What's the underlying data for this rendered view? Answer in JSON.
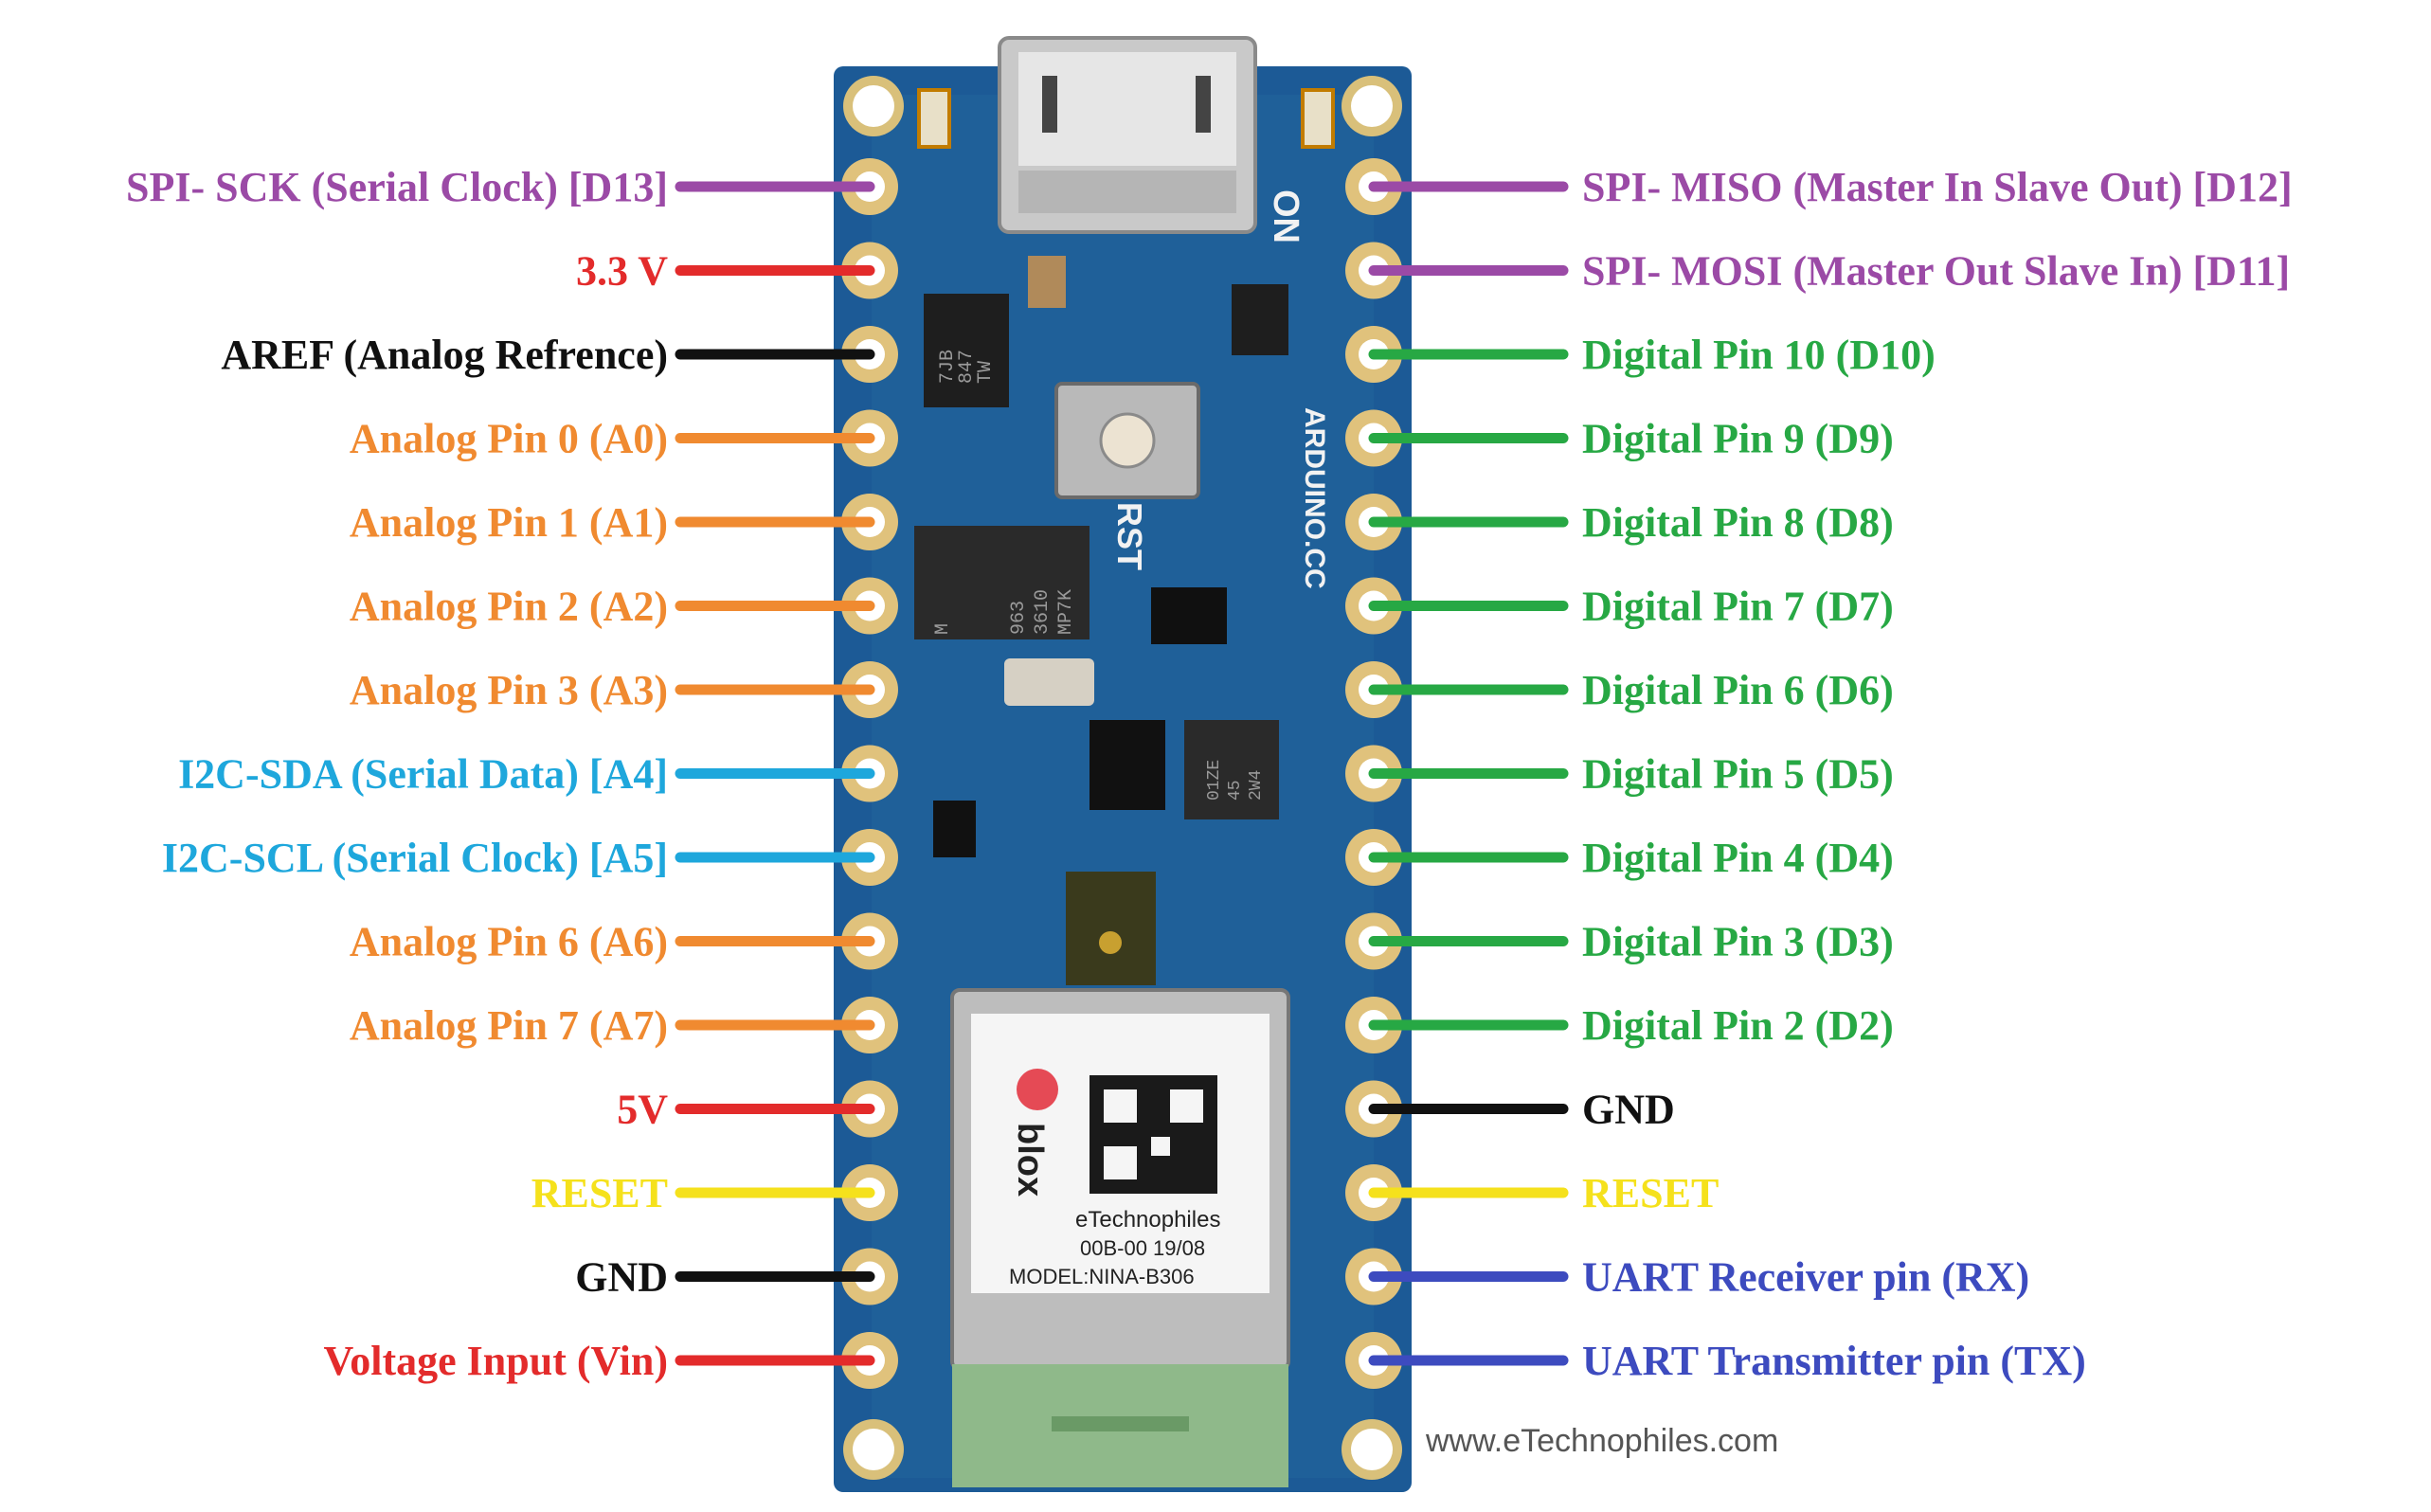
{
  "colors": {
    "purple": "#9b4aa6",
    "red": "#e32b2b",
    "black": "#111111",
    "orange": "#f08a30",
    "blue": "#1ea7dc",
    "green": "#27a844",
    "yellow": "#f5e11c",
    "navy": "#3d4bbf",
    "board": "#1c5a96"
  },
  "board": {
    "silk_on": "ON",
    "silk_rst": "RST",
    "silk_brand": "ARDUINO.CC",
    "chip1": [
      "TW",
      "847",
      "7JB"
    ],
    "chip2": [
      "MP7K",
      "3610",
      "963",
      "M"
    ],
    "chip3": [
      "2W4",
      "45",
      "01ZE"
    ],
    "module_brand": "blox",
    "module_name": "eTechnophiles",
    "module_code": "00B-00 19/08",
    "module_model": "MODEL:NINA-B306"
  },
  "left_pins": [
    {
      "label": "SPI- SCK (Serial Clock) [D13]",
      "color": "purple"
    },
    {
      "label": "3.3 V",
      "color": "red"
    },
    {
      "label": "AREF (Analog Refrence)",
      "color": "black"
    },
    {
      "label": "Analog Pin 0 (A0)",
      "color": "orange"
    },
    {
      "label": "Analog Pin 1 (A1)",
      "color": "orange"
    },
    {
      "label": "Analog Pin 2 (A2)",
      "color": "orange"
    },
    {
      "label": "Analog Pin 3 (A3)",
      "color": "orange"
    },
    {
      "label": "I2C-SDA (Serial Data) [A4]",
      "color": "blue"
    },
    {
      "label": "I2C-SCL (Serial Clock) [A5]",
      "color": "blue"
    },
    {
      "label": "Analog Pin 6 (A6)",
      "color": "orange"
    },
    {
      "label": "Analog Pin 7 (A7)",
      "color": "orange"
    },
    {
      "label": "5V",
      "color": "red"
    },
    {
      "label": "RESET",
      "color": "yellow"
    },
    {
      "label": "GND",
      "color": "black"
    },
    {
      "label": "Voltage Input (Vin)",
      "color": "red"
    }
  ],
  "right_pins": [
    {
      "label": "SPI- MISO (Master In Slave Out) [D12]",
      "color": "purple"
    },
    {
      "label": "SPI- MOSI (Master Out Slave In) [D11]",
      "color": "purple"
    },
    {
      "label": "Digital Pin 10 (D10)",
      "color": "green"
    },
    {
      "label": "Digital Pin 9 (D9)",
      "color": "green"
    },
    {
      "label": "Digital Pin 8 (D8)",
      "color": "green"
    },
    {
      "label": "Digital Pin 7 (D7)",
      "color": "green"
    },
    {
      "label": "Digital Pin 6 (D6)",
      "color": "green"
    },
    {
      "label": "Digital Pin 5 (D5)",
      "color": "green"
    },
    {
      "label": "Digital Pin 4 (D4)",
      "color": "green"
    },
    {
      "label": "Digital Pin 3 (D3)",
      "color": "green"
    },
    {
      "label": "Digital Pin 2 (D2)",
      "color": "green"
    },
    {
      "label": "GND",
      "color": "black"
    },
    {
      "label": "RESET",
      "color": "yellow"
    },
    {
      "label": "UART Receiver pin (RX)",
      "color": "navy"
    },
    {
      "label": "UART Transmitter pin (TX)",
      "color": "navy"
    }
  ],
  "watermark": "www.eTechnophiles.com"
}
